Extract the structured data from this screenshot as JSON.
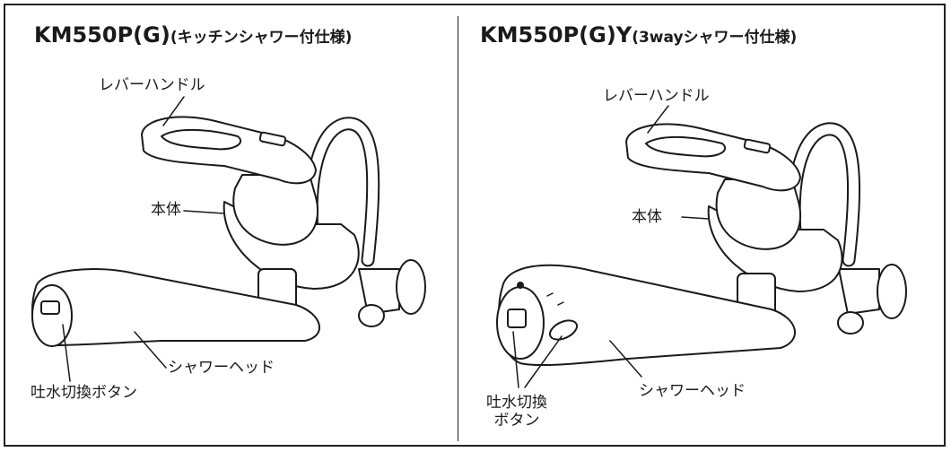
{
  "left": {
    "title_model": "KM550P(G)",
    "title_spec": "(キッチンシャワー付仕様)",
    "label_lever": "レバーハンドル",
    "label_body": "本体",
    "label_head": "シャワーヘッド",
    "label_button": "吐水切換ボタン"
  },
  "right": {
    "title_model": "KM550P(G)Y",
    "title_spec": "(3wayシャワー付仕様)",
    "label_lever": "レバーハンドル",
    "label_body": "本体",
    "label_head": "シャワーヘッド",
    "label_button_line1": "吐水切換",
    "label_button_line2": "ボタン"
  },
  "colors": {
    "line": "#1a1a1a",
    "background": "#ffffff"
  }
}
